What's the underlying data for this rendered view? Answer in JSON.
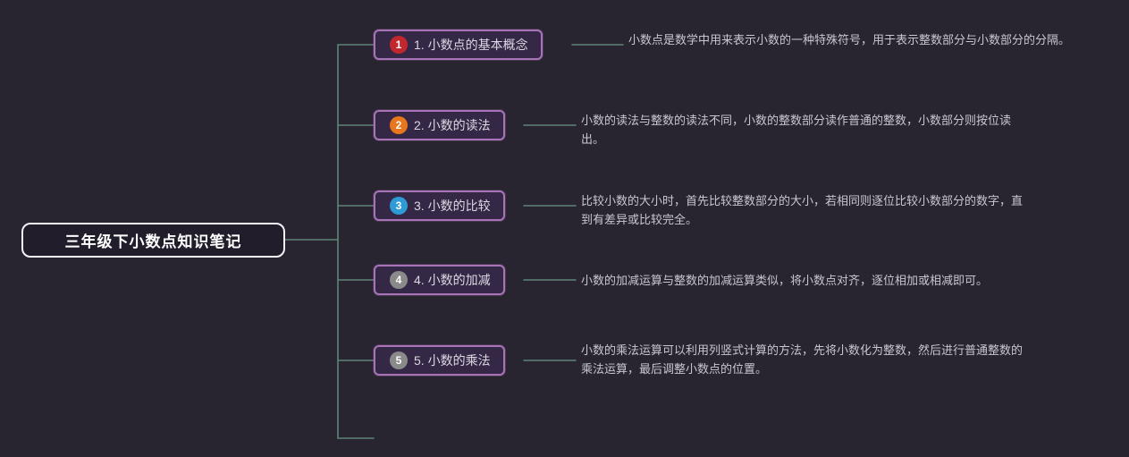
{
  "canvas": {
    "background_color": "#282531",
    "connector_color": "#5e8577",
    "branch_border_color": "#a973b8",
    "branch_fill_color": "#352847"
  },
  "root": {
    "label": "三年级下小数点知识笔记"
  },
  "branches": [
    {
      "num": "1",
      "badge_color": "#c1272d",
      "label": "1. 小数点的基本概念",
      "desc": "小数点是数学中用来表示小数的一种特殊符号，用于表示整数部分与小数部分的分隔。"
    },
    {
      "num": "2",
      "badge_color": "#e8761e",
      "label": "2. 小数的读法",
      "desc": "小数的读法与整数的读法不同，小数的整数部分读作普通的整数，小数部分则按位读出。"
    },
    {
      "num": "3",
      "badge_color": "#2e9bd6",
      "label": "3. 小数的比较",
      "desc": "比较小数的大小时，首先比较整数部分的大小，若相同则逐位比较小数部分的数字，直到有差异或比较完全。"
    },
    {
      "num": "4",
      "badge_color": "#8a8a8a",
      "label": "4. 小数的加减",
      "desc": "小数的加减运算与整数的加减运算类似，将小数点对齐，逐位相加或相减即可。"
    },
    {
      "num": "5",
      "badge_color": "#8a8a8a",
      "label": "5. 小数的乘法",
      "desc": "小数的乘法运算可以利用列竖式计算的方法，先将小数化为整数，然后进行普通整数的乘法运算，最后调整小数点的位置。"
    }
  ]
}
